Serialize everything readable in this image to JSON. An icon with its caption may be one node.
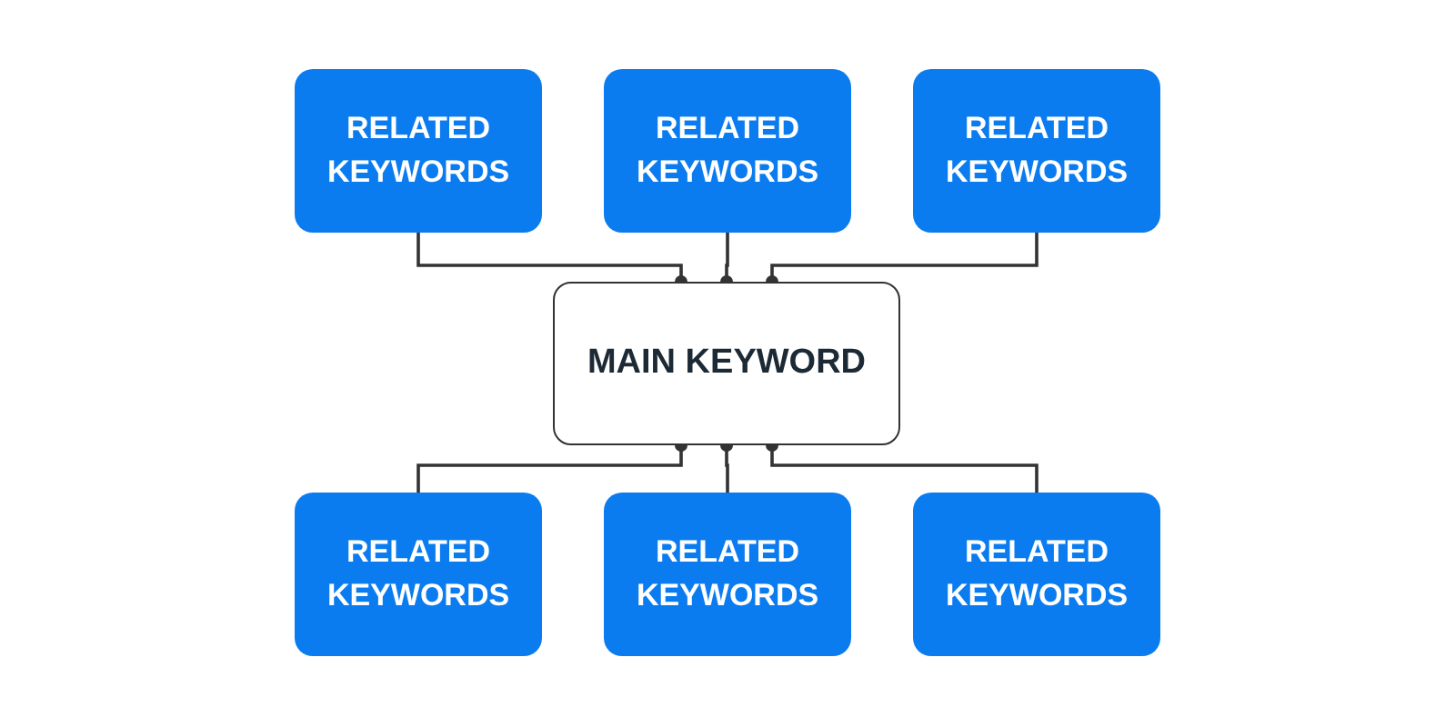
{
  "diagram": {
    "nodes": [
      {
        "text": [
          "MAIN KEYWORD"
        ]
      },
      {
        "text": [
          "RELATED KEYWORDS"
        ]
      },
      {
        "text": [
          "RELATED KEYWORDS"
        ]
      },
      {
        "text": [
          "RELATED KEYWORDS"
        ]
      },
      {
        "text": [
          "RELATED KEYWORDS"
        ]
      },
      {
        "text": [
          "RELATED KEYWORDS"
        ]
      },
      {
        "text": [
          "RELATED KEYWORDS"
        ]
      }
    ],
    "edges": [
      {
        "from": 1,
        "to": 0,
        "arrow": "other"
      },
      {
        "from": 2,
        "to": 0,
        "arrow": "other"
      },
      {
        "from": 3,
        "to": 0,
        "arrow": "other"
      },
      {
        "from": 4,
        "to": 0,
        "arrow": "other"
      },
      {
        "from": 5,
        "to": 0,
        "arrow": "other"
      },
      {
        "from": 6,
        "to": 0,
        "arrow": "other"
      }
    ]
  }
}
